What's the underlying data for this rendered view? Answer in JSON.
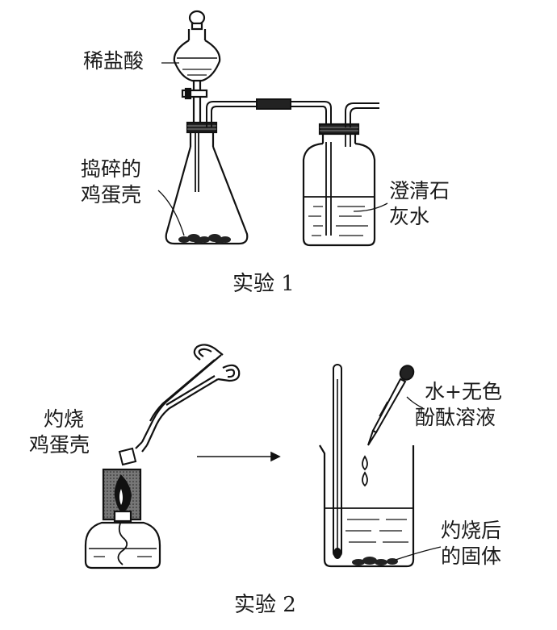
{
  "experiment1": {
    "caption": "实验 1",
    "label_acid": "稀盐酸",
    "label_shell": [
      "捣碎的",
      "鸡蛋壳"
    ],
    "label_limewater": [
      "澄清石",
      "灰水"
    ]
  },
  "experiment2": {
    "caption": "实验 2",
    "label_burn": [
      "灼烧",
      "鸡蛋壳"
    ],
    "label_reagent": [
      "水+无色",
      "酚酞溶液"
    ],
    "label_solid": [
      "灼烧后",
      "的固体"
    ]
  }
}
